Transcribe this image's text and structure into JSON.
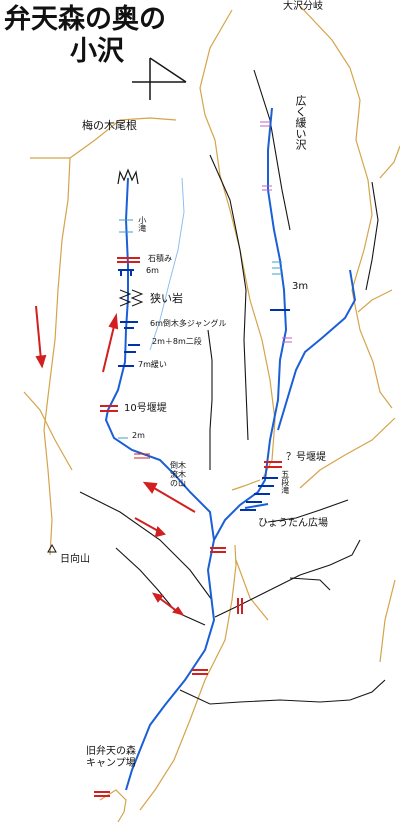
{
  "title": {
    "line1": "弁天森の奥の",
    "line2": "小沢"
  },
  "places": {
    "oosawa_bunki": "大沢分岐",
    "ume_no_ki_one": "梅の木尾根",
    "hinata_yama": "日向山",
    "kyu_camp_1": "旧弁天の森",
    "kyu_camp_2": "キャンプ場",
    "hyoutan": "ひょうたん広場"
  },
  "stream_labels": {
    "hiroku_yurui_sawa": "広く緩い沢",
    "ko_taki": "小滝",
    "ishizumi": "石積み",
    "six_m": "6m",
    "semai_iwa": "狭い岩",
    "six_m_jungle": "6m倒木多ジャングル",
    "two_plus_eight": "2m＋8m二段",
    "seven_m": "7m緩い",
    "dam_10": "10号堰堤",
    "two_m": "2m",
    "three_m": "3m",
    "dam_q": "？号堰堤",
    "godan": "五段滝",
    "touboku": "倒木流木の山"
  },
  "colors": {
    "stream": "#1a5fd6",
    "ridge": "#d4a44a",
    "path": "#161616",
    "marker": "#d21f1f",
    "waterfall": "#0033aa",
    "weir": "#cc2233",
    "light_marker": "#c060c0",
    "light_stream": "#8fbef0"
  }
}
